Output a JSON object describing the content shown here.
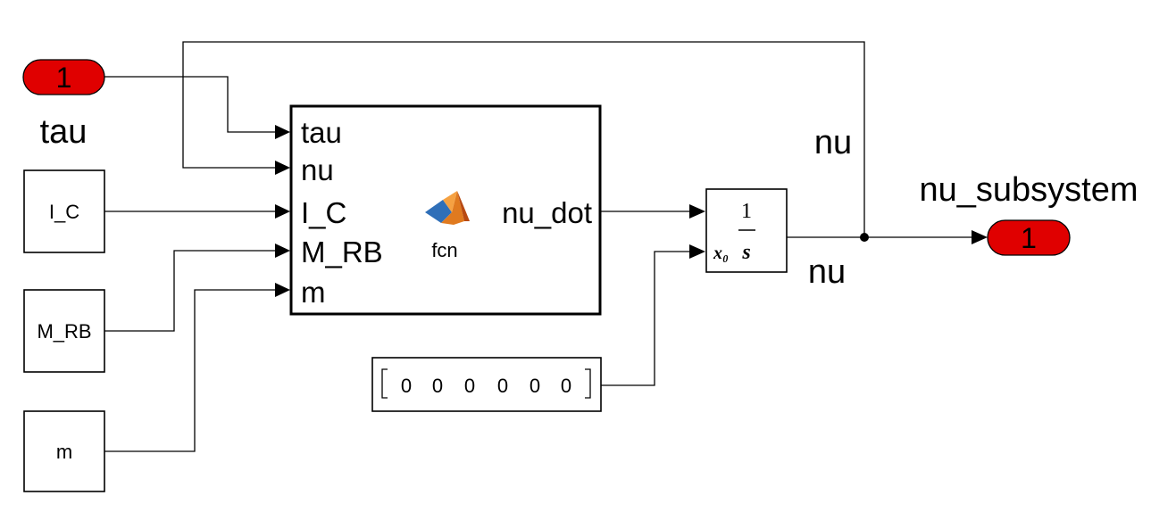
{
  "inport": {
    "number": "1",
    "name": "tau",
    "color": "#e00000"
  },
  "outport": {
    "number": "1",
    "name": "nu_subsystem",
    "color": "#e00000"
  },
  "constants": {
    "ic": "I_C",
    "mrb": "M_RB",
    "m": "m",
    "initial_vector": [
      "0",
      "0",
      "0",
      "0",
      "0",
      "0"
    ]
  },
  "matlab_function": {
    "name": "fcn",
    "icon": "matlab-membrane-logo-icon",
    "inputs": [
      "tau",
      "nu",
      "I_C",
      "M_RB",
      "m"
    ],
    "output": "nu_dot"
  },
  "integrator": {
    "numerator": "1",
    "ic_label": "x₀",
    "s_label": "s"
  },
  "signals": {
    "nu_feedback_label": "nu",
    "nu_output_label": "nu"
  }
}
